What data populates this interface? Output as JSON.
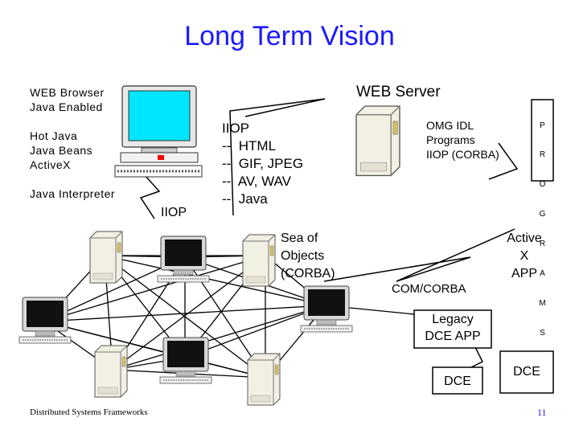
{
  "title": "Long Term Vision",
  "browser_label": [
    "WEB Browser",
    "Java Enabled"
  ],
  "browser_features": [
    "Hot Java",
    "Java Beans",
    "ActiveX"
  ],
  "java_interpreter": "Java Interpreter",
  "iiop_left": "IIOP",
  "iiop_list": [
    "IIOP",
    "--  HTML",
    "--  GIF, JPEG",
    "--  AV, WAV",
    "--  Java"
  ],
  "web_server": "WEB Server",
  "omg_idl": [
    "OMG IDL",
    "Programs",
    "IIOP (CORBA)"
  ],
  "programs_vertical": [
    "P",
    "R",
    "O",
    "G",
    "R",
    "A",
    "M",
    "S"
  ],
  "sea_of_objects": [
    "Sea of",
    "Objects",
    "(CORBA)"
  ],
  "activex_app": [
    "Active",
    "X",
    "APP"
  ],
  "com_corba": "COM/CORBA",
  "legacy_dce": [
    "Legacy",
    "DCE APP"
  ],
  "dce_left": "DCE",
  "dce_right": "DCE",
  "footer": "Distributed Systems Frameworks",
  "page_number": "11",
  "colors": {
    "title": "#1a1aff",
    "screen": "#00e5ff",
    "link_box": "#000000",
    "accent": "#ff0000"
  },
  "icons": [
    "browser-computer-icon",
    "server-tower-icon",
    "monitor-icon",
    "lightning-icon"
  ]
}
